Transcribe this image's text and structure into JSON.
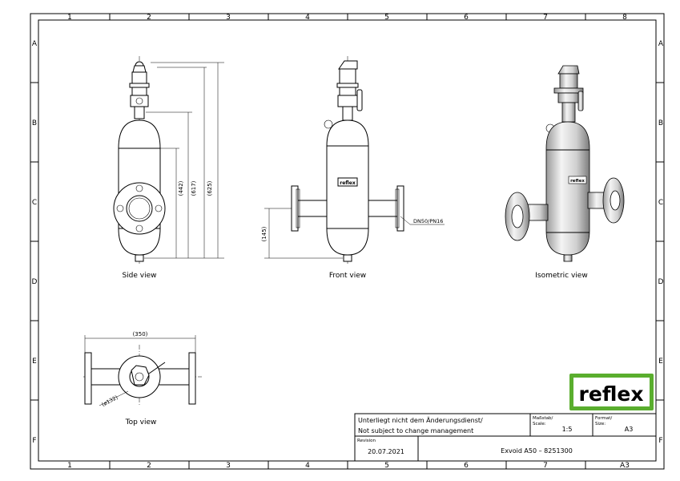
{
  "grid": {
    "columns": [
      "1",
      "2",
      "3",
      "4",
      "5",
      "6",
      "7",
      "8"
    ],
    "columns_bottom": [
      "1",
      "2",
      "3",
      "4",
      "5",
      "6",
      "7",
      "A3"
    ],
    "rows": [
      "A",
      "B",
      "C",
      "D",
      "E",
      "F"
    ]
  },
  "views": {
    "side": "Side view",
    "front": "Front view",
    "isometric": "Isometric view",
    "top": "Top view"
  },
  "dimensions": {
    "d442": "(442)",
    "d617": "(617)",
    "d625": "(625)",
    "d145": "(145)",
    "d350": "(350)",
    "d132": "(ø132)",
    "dn": "DN50/PN16"
  },
  "product_label": "reflex",
  "logo": {
    "text": "reflex",
    "color": "#5aae2e"
  },
  "title_block": {
    "notice_line1": "Unterliegt nicht dem Änderungsdienst/",
    "notice_line2": "Not subject to change management",
    "scale_label_de": "Maßstab/",
    "scale_label_en": "Scale:",
    "scale_value": "1:5",
    "format_label_de": "Format/",
    "format_label_en": "Size:",
    "format_value": "A3",
    "revision_label": "Revision",
    "revision_date": "20.07.2021",
    "drawing_title": "Exvoid A50  –  8251300"
  }
}
